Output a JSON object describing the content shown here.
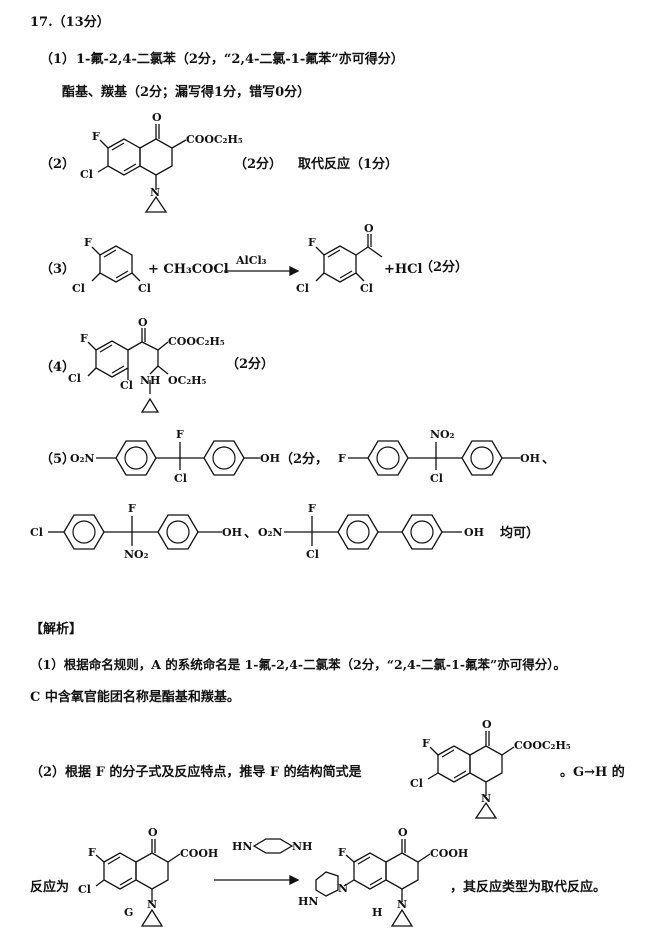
{
  "q": {
    "header": "17.（13分）",
    "p1_label": "（1）",
    "p1_text": "1-氟-2,4-二氯苯（2分，“2,4-二氯-1-氟苯”亦可得分）",
    "p1_line2": "酯基、羰基（2分；漏写得1分，错写0分）",
    "p2_label": "（2）",
    "p2_score": "（2分）",
    "p2_type": "取代反应（1分）",
    "p3_label": "（3）",
    "p3_plus": "+ CH₃COCl",
    "p3_cond": "AlCl₃",
    "p3_hcl": "+HCl",
    "p3_score": "（2分）",
    "p4_label": "（4）",
    "p4_score": "（2分）",
    "p5_label": "（5）",
    "p5_score": "（2分，",
    "p5_sep1": "、",
    "p5_sep2": "、",
    "p5_end": "均可）"
  },
  "analysis": {
    "title": "【解析】",
    "a1": "（1）根据命名规则，A 的系统命名是 1-氟-2,4-二氯苯（2分，“2,4-二氯-1-氟苯”亦可得分）。",
    "a1_line2": "C 中含氧官能团名称是酯基和羰基。",
    "a2": "（2）根据 F 的分子式及反应特点，推导 F 的结构简式是",
    "a2_tail": "。G→H 的",
    "a3_head": "反应为",
    "a3_tail": "，其反应类型为取代反应。"
  },
  "chem": {
    "F": "F",
    "Cl": "Cl",
    "O": "O",
    "N": "N",
    "NH": "NH",
    "HN": "HN",
    "OH": "OH",
    "COOC2H5": "COOC₂H₅",
    "OCH2H5": "OC₂H₅",
    "COOH": "COOH",
    "NO2": "NO₂",
    "O2N": "O₂N",
    "G": "G",
    "H": "H",
    "acetyl_O": "O"
  },
  "icons": {
    "arrow": "reaction-arrow-icon",
    "ring": "benzene-ring-icon",
    "cyclopropyl": "cyclopropyl-icon"
  }
}
